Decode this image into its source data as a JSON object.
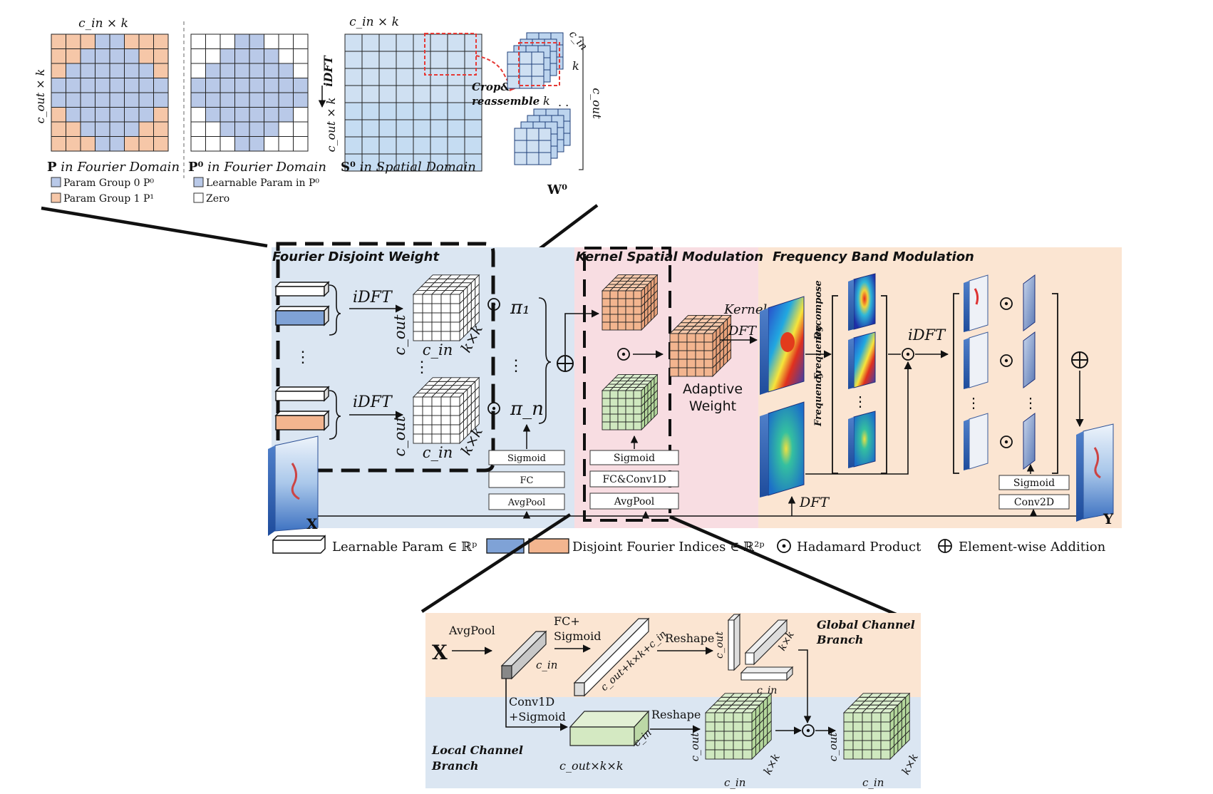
{
  "colors": {
    "blue_param": "#b9c9e8",
    "orange_param": "#f6c7a8",
    "spatial_blue": "#c5dcf2",
    "bg_blue": "#dbe6f2",
    "bg_pink": "#f8dde2",
    "bg_orange": "#fbe5d2",
    "green_cube": "#cfe8bf",
    "orange_cube": "#f3b58f",
    "red_dash": "#e53935"
  },
  "top": {
    "p_top_label": "c_in × k",
    "p_side_label": "c_out × k",
    "p_caption_main": "P",
    "p_caption_rest": " in Fourier Domain",
    "p0_caption_main": "P⁰",
    "p0_caption_rest": " in Fourier Domain",
    "s0_top_label": "c_in × k",
    "s0_side_label": "c_out × k",
    "s0_caption_main": "S⁰",
    "s0_caption_rest": " in Spatial Domain",
    "idft": "iDFT",
    "crop_line1": "Crop&",
    "crop_line2": "reassemble",
    "w0_caption": "W⁰",
    "w0_cin": "c_in",
    "w0_k1": "k",
    "w0_k2": "k",
    "w0_cout": "c_out",
    "legend_group0": "Param Group 0 P⁰",
    "legend_group1": "Param Group 1 P¹",
    "legend_learnable": "Learnable Param in P⁰",
    "legend_zero": "Zero"
  },
  "middle": {
    "fdw_title": "Fourier Disjoint Weight",
    "ksm_title": "Kernel Spatial Modulation",
    "fbm_title": "Frequency Band Modulation",
    "idft1": "iDFT",
    "idft2": "iDFT",
    "cube_cout": "c_out",
    "cube_cin": "c_in",
    "cube_kxk": "k×k",
    "pi1": "π₁",
    "pin": "π_n",
    "vdots": "⋮",
    "sigmoid1": "Sigmoid",
    "fc": "FC",
    "avgpool1": "AvgPool",
    "sigmoid2": "Sigmoid",
    "fcconv": "FC&Conv1D",
    "avgpool2": "AvgPool",
    "adaptive1": "Adaptive",
    "adaptive2": "Weight",
    "kernel": "Kernel",
    "dft": "DFT",
    "dft_bottom": "DFT",
    "freq_decompose1": "Frequency",
    "freq_decompose2": "Decompose",
    "idft3": "iDFT",
    "sigmoid3": "Sigmoid",
    "conv2d": "Conv2D",
    "x_label": "X",
    "y_label": "Y"
  },
  "legend": {
    "learnable": "Learnable Param ∈ ℝᵖ",
    "disjoint": "Disjoint Fourier Indices ∈ ℝ²ᵖ",
    "hadamard": "Hadamard Product",
    "addition": "Element-wise Addition"
  },
  "bottom": {
    "x": "X",
    "avgpool": "AvgPool",
    "fc_sig1": "FC+",
    "fc_sig2": "Sigmoid",
    "reshape1": "Reshape",
    "reshape2": "Reshape",
    "cin": "c_in",
    "long_bar": "c_out+k×k+c_in",
    "global1": "Global Channel",
    "global2": "Branch",
    "local1": "Local Channel",
    "local2": "Branch",
    "conv1": "Conv1D",
    "conv2": "+Sigmoid",
    "cout_kk": "c_out×k×k",
    "kxk": "k×k",
    "cout": "c_out"
  }
}
